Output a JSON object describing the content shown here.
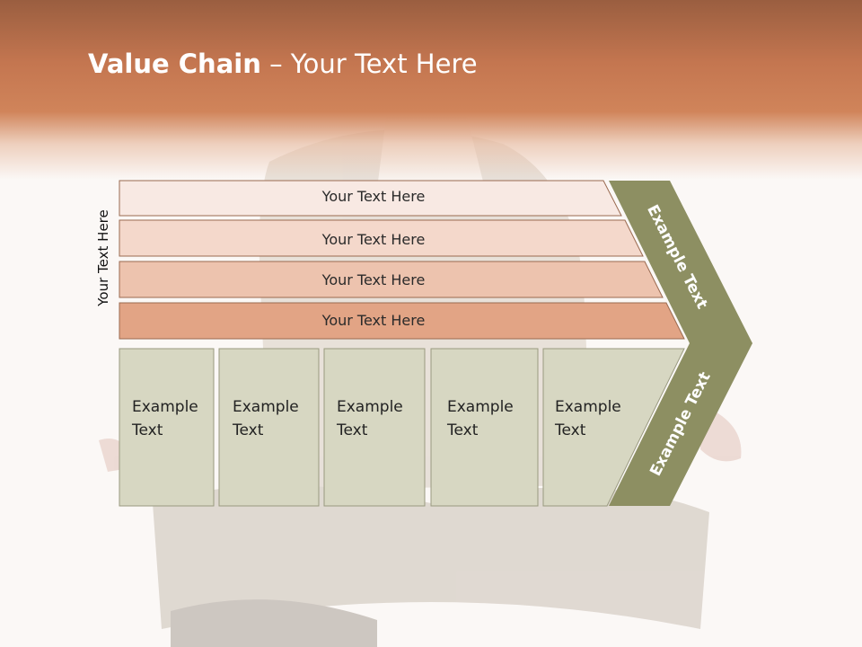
{
  "slide": {
    "title_bold": "Value Chain",
    "title_rest": " – Your Text Here"
  },
  "diagram": {
    "side_label": "Your Text Here",
    "rows": [
      {
        "label": "Your Text Here",
        "color": "#f8e9e3"
      },
      {
        "label": "Your Text Here",
        "color": "#f4d8cb"
      },
      {
        "label": "Your Text Here",
        "color": "#edc3ae"
      },
      {
        "label": "Your Text Here",
        "color": "#e2a485"
      }
    ],
    "cells": [
      {
        "line1": "Example",
        "line2": "Text"
      },
      {
        "line1": "Example",
        "line2": "Text"
      },
      {
        "line1": "Example",
        "line2": "Text"
      },
      {
        "line1": "Example",
        "line2": "Text"
      },
      {
        "line1": "Example",
        "line2": "Text"
      }
    ],
    "chevron_top": "Example Text",
    "chevron_bottom": "Example Text"
  },
  "colors": {
    "header": "#c97c55",
    "cell_fill": "#d7d7c2",
    "chevron_fill": "#8d8f62",
    "outline": "#8a5a40"
  }
}
